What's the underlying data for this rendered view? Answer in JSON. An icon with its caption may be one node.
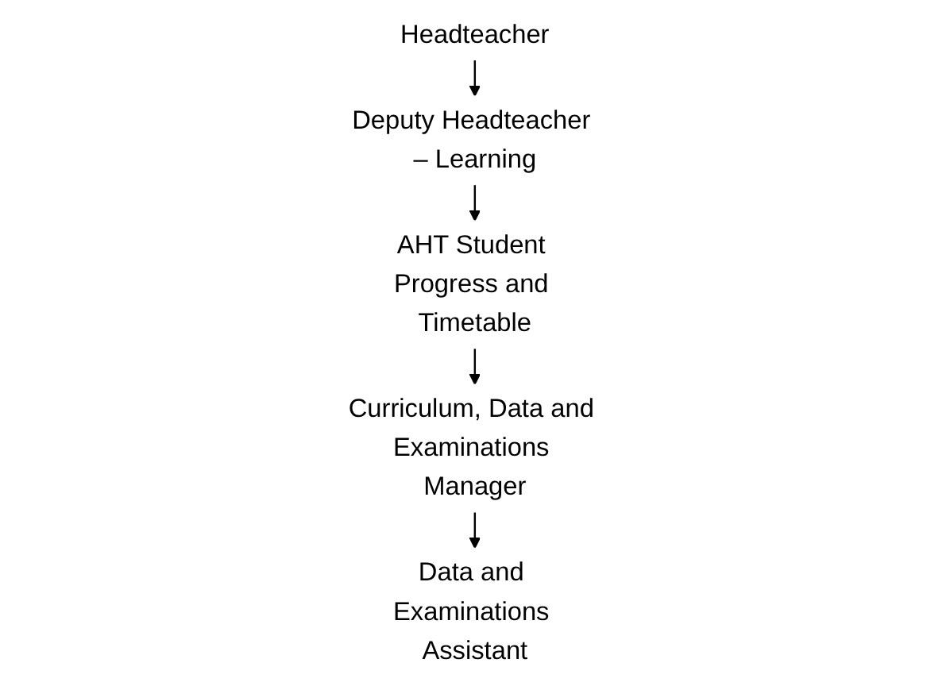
{
  "diagram": {
    "nodes": [
      {
        "text": [
          "Headteacher"
        ]
      },
      {
        "text": [
          "Deputy Headteacher – Learning"
        ]
      },
      {
        "text": [
          "AHT Student Progress and Timetable"
        ]
      },
      {
        "text": [
          "Curriculum, Data and Examinations Manager"
        ]
      },
      {
        "text": [
          "Data and Examinations Assistant"
        ]
      }
    ],
    "edges": [
      {
        "from": 0,
        "to": 1,
        "arrow": "to"
      },
      {
        "from": 1,
        "to": 2,
        "arrow": "to"
      },
      {
        "from": 2,
        "to": 3,
        "arrow": "to"
      },
      {
        "from": 3,
        "to": 4,
        "arrow": "to"
      }
    ]
  }
}
